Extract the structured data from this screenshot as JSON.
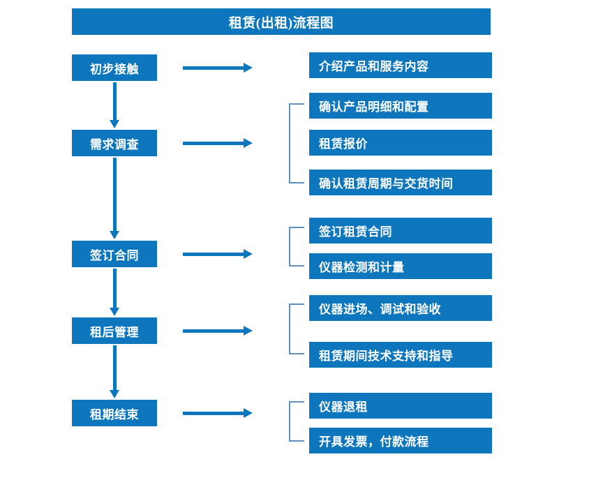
{
  "header": {
    "title": "租赁(出租)流程图"
  },
  "colors": {
    "box_blue": "#0d76bd",
    "bracket_blue": "#5b8fbf",
    "text_white": "#ffffff",
    "background": "#ffffff"
  },
  "stages": [
    {
      "label": "初步接触"
    },
    {
      "label": "需求调查"
    },
    {
      "label": "签订合同"
    },
    {
      "label": "租后管理"
    },
    {
      "label": "租期结束"
    }
  ],
  "details": [
    {
      "label": "介绍产品和服务内容"
    },
    {
      "label": "确认产品明细和配置"
    },
    {
      "label": "租赁报价"
    },
    {
      "label": "确认租赁周期与交货时间"
    },
    {
      "label": "签订租赁合同"
    },
    {
      "label": "仪器检测和计量"
    },
    {
      "label": "仪器进场、调试和验收"
    },
    {
      "label": "租赁期间技术支持和指导"
    },
    {
      "label": "仪器退租"
    },
    {
      "label": "开具发票，付款流程"
    }
  ]
}
